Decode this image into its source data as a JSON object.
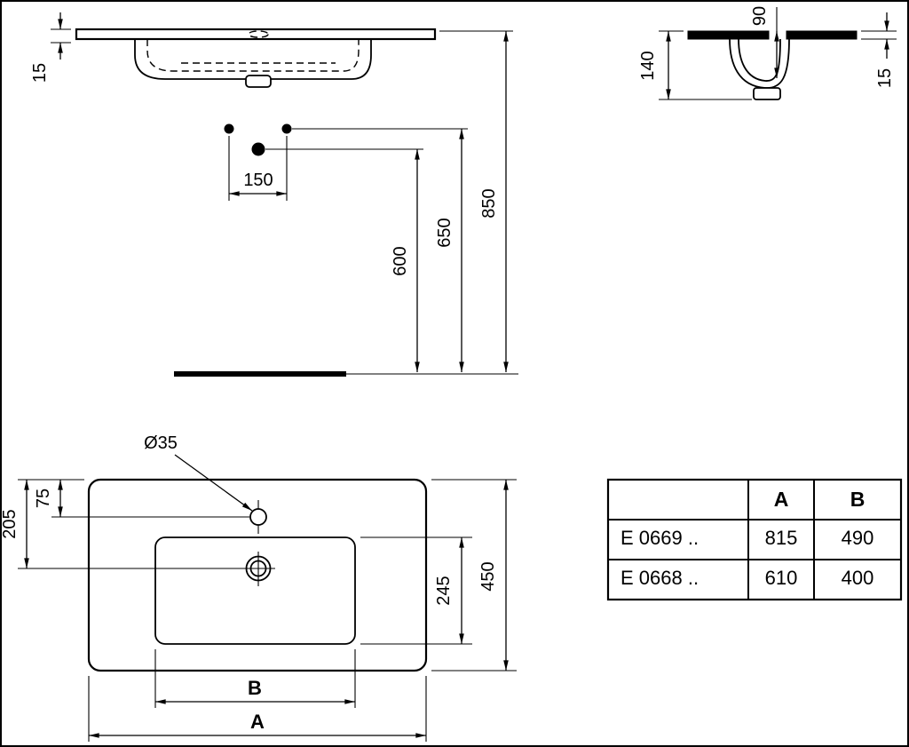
{
  "colors": {
    "background": "#ffffff",
    "line": "#000000"
  },
  "front_view": {
    "rim_thickness": "15"
  },
  "section_view": {
    "bowl_depth": "90",
    "total_height": "140",
    "rim_thickness": "15"
  },
  "installation": {
    "tap_hole_spacing": "150",
    "drain_height": "600",
    "tap_height": "650",
    "rim_height": "850"
  },
  "plan_view": {
    "tap_hole_diameter": "Ø35",
    "tap_hole_offset": "75",
    "drain_offset": "205",
    "bowl_length": "245",
    "overall_depth": "450",
    "bowl_width_label": "B",
    "overall_width_label": "A"
  },
  "table": {
    "headers": {
      "model": "",
      "a": "A",
      "b": "B"
    },
    "rows": [
      {
        "model": "E 0669 ..",
        "a": "815",
        "b": "490"
      },
      {
        "model": "E 0668 ..",
        "a": "610",
        "b": "400"
      }
    ]
  }
}
